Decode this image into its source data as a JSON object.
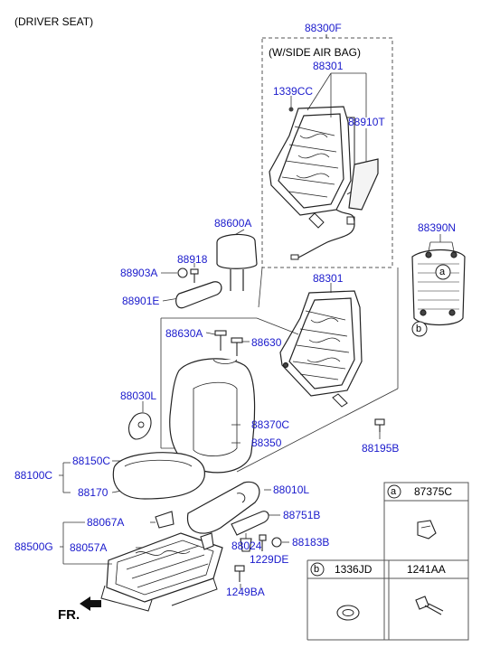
{
  "title": "(DRIVER SEAT)",
  "labels": {
    "p88300F": "88300F",
    "side_airbag": "(W/SIDE AIR BAG)",
    "p88301_top": "88301",
    "p1339CC": "1339CC",
    "p88910T": "88910T",
    "p88390N": "88390N",
    "p88600A": "88600A",
    "p88918": "88918",
    "p88903A": "88903A",
    "p88901E": "88901E",
    "p88301_mid": "88301",
    "p88630A": "88630A",
    "p88630": "88630",
    "p88030L": "88030L",
    "p88370C": "88370C",
    "p88350": "88350",
    "p88195B": "88195B",
    "p88150C": "88150C",
    "p88100C": "88100C",
    "p88170": "88170",
    "p88010L": "88010L",
    "p88067A": "88067A",
    "p88751B": "88751B",
    "p88500G": "88500G",
    "p88057A": "88057A",
    "p88024": "88024",
    "p88183B": "88183B",
    "p1229DE": "1229DE",
    "p1249BA": "1249BA",
    "fr": "FR."
  },
  "callout_a": {
    "letter": "a",
    "part": "87375C"
  },
  "callout_b": {
    "letter": "b",
    "part1": "1336JD",
    "part2": "1241AA"
  },
  "markers": {
    "a": "a",
    "b": "b"
  }
}
